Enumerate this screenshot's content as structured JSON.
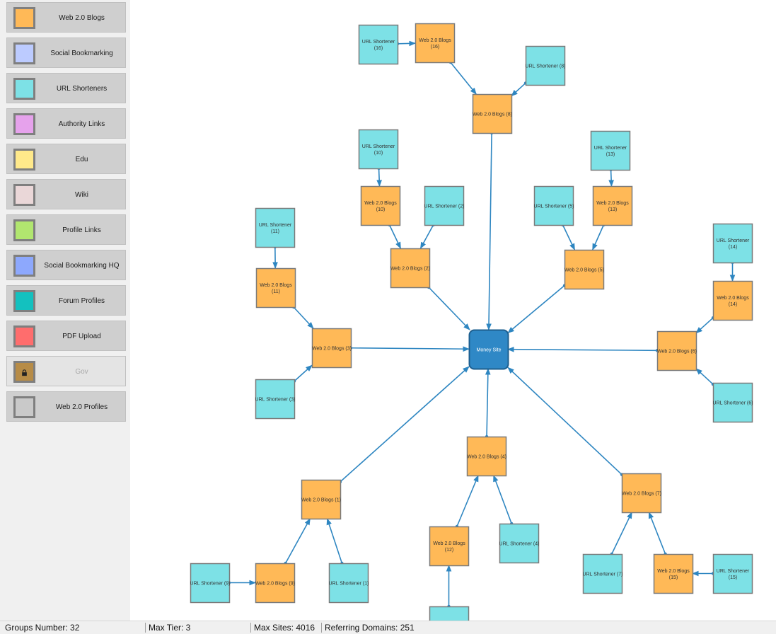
{
  "sidebar": {
    "items": [
      {
        "label": "Web 2.0 Blogs",
        "color": "#ffb957",
        "disabled": false
      },
      {
        "label": "Social Bookmarking",
        "color": "#bccbff",
        "disabled": false
      },
      {
        "label": "URL Shorteners",
        "color": "#7de1e6",
        "disabled": false
      },
      {
        "label": "Authority Links",
        "color": "#e6a2ec",
        "disabled": false
      },
      {
        "label": "Edu",
        "color": "#ffe98a",
        "disabled": false
      },
      {
        "label": "Wiki",
        "color": "#ead7d8",
        "disabled": false
      },
      {
        "label": "Profile Links",
        "color": "#b1e66f",
        "disabled": false
      },
      {
        "label": "Social Bookmarking HQ",
        "color": "#8da8fd",
        "disabled": false
      },
      {
        "label": "Forum Profiles",
        "color": "#13c1bf",
        "disabled": false
      },
      {
        "label": "PDF Upload",
        "color": "#ff6d6d",
        "disabled": false
      },
      {
        "label": "Gov",
        "color": "#b78c47",
        "disabled": true,
        "icon": "lock-icon"
      },
      {
        "label": "Web 2.0 Profiles",
        "color": "#c9c9c9",
        "disabled": false
      }
    ]
  },
  "colors": {
    "web20": "#ffb957",
    "shortener": "#7de1e6",
    "money": "#2f88c6",
    "edge": "#2e86c1",
    "node_border": "#7a7a7a"
  },
  "diagram": {
    "center": {
      "id": "money",
      "label": "Money Site"
    },
    "nodes": [
      {
        "id": "wb8",
        "type": "web20",
        "label": [
          "Web 2.0 Blogs (8)"
        ]
      },
      {
        "id": "wb16",
        "type": "web20",
        "label": [
          "Web 2.0 Blogs",
          "(16)"
        ]
      },
      {
        "id": "us16",
        "type": "shortener",
        "label": [
          "URL Shortener",
          "(16)"
        ]
      },
      {
        "id": "us8",
        "type": "shortener",
        "label": [
          "URL Shortener (8)"
        ]
      },
      {
        "id": "us10",
        "type": "shortener",
        "label": [
          "URL Shortener",
          "(10)"
        ]
      },
      {
        "id": "wb10",
        "type": "web20",
        "label": [
          "Web 2.0 Blogs",
          "(10)"
        ]
      },
      {
        "id": "us2",
        "type": "shortener",
        "label": [
          "URL Shortener (2)"
        ]
      },
      {
        "id": "wb2",
        "type": "web20",
        "label": [
          "Web 2.0 Blogs (2)"
        ]
      },
      {
        "id": "us13",
        "type": "shortener",
        "label": [
          "URL Shortener",
          "(13)"
        ]
      },
      {
        "id": "us5",
        "type": "shortener",
        "label": [
          "URL Shortener (5)"
        ]
      },
      {
        "id": "wb13",
        "type": "web20",
        "label": [
          "Web 2.0 Blogs",
          "(13)"
        ]
      },
      {
        "id": "wb5",
        "type": "web20",
        "label": [
          "Web 2.0 Blogs (5)"
        ]
      },
      {
        "id": "us11",
        "type": "shortener",
        "label": [
          "URL Shortener",
          "(11)"
        ]
      },
      {
        "id": "wb11",
        "type": "web20",
        "label": [
          "Web 2.0 Blogs",
          "(11)"
        ]
      },
      {
        "id": "wb3",
        "type": "web20",
        "label": [
          "Web 2.0 Blogs (3)"
        ]
      },
      {
        "id": "us3",
        "type": "shortener",
        "label": [
          "URL Shortener (3)"
        ]
      },
      {
        "id": "us14",
        "type": "shortener",
        "label": [
          "URL Shortener",
          "(14)"
        ]
      },
      {
        "id": "wb14",
        "type": "web20",
        "label": [
          "Web 2.0 Blogs",
          "(14)"
        ]
      },
      {
        "id": "wb6",
        "type": "web20",
        "label": [
          "Web 2.0 Blogs (6)"
        ]
      },
      {
        "id": "us6",
        "type": "shortener",
        "label": [
          "URL Shortener (6)"
        ]
      },
      {
        "id": "wb4",
        "type": "web20",
        "label": [
          "Web 2.0 Blogs (4)"
        ]
      },
      {
        "id": "wb12",
        "type": "web20",
        "label": [
          "Web 2.0 Blogs",
          "(12)"
        ]
      },
      {
        "id": "us4",
        "type": "shortener",
        "label": [
          "URL Shortener (4)"
        ]
      },
      {
        "id": "us12",
        "type": "shortener",
        "label": []
      },
      {
        "id": "wb1",
        "type": "web20",
        "label": [
          "Web 2.0 Blogs (1)"
        ]
      },
      {
        "id": "us9",
        "type": "shortener",
        "label": [
          "URL Shortener (9)"
        ]
      },
      {
        "id": "wb9",
        "type": "web20",
        "label": [
          "Web 2.0 Blogs (9)"
        ]
      },
      {
        "id": "us1",
        "type": "shortener",
        "label": [
          "URL Shortener (1)"
        ]
      },
      {
        "id": "wb7",
        "type": "web20",
        "label": [
          "Web 2.0 Blogs (7)"
        ]
      },
      {
        "id": "us7",
        "type": "shortener",
        "label": [
          "URL Shortener (7)"
        ]
      },
      {
        "id": "wb15",
        "type": "web20",
        "label": [
          "Web 2.0 Blogs",
          "(15)"
        ]
      },
      {
        "id": "us15",
        "type": "shortener",
        "label": [
          "URL Shortener",
          "(15)"
        ]
      }
    ],
    "edges": [
      {
        "from": "us16",
        "to": "wb16"
      },
      {
        "from": "wb16",
        "to": "wb8"
      },
      {
        "from": "us8",
        "to": "wb8"
      },
      {
        "from": "wb8",
        "to": "money"
      },
      {
        "from": "us10",
        "to": "wb10"
      },
      {
        "from": "wb10",
        "to": "wb2"
      },
      {
        "from": "us2",
        "to": "wb2"
      },
      {
        "from": "wb2",
        "to": "money"
      },
      {
        "from": "us13",
        "to": "wb13"
      },
      {
        "from": "us5",
        "to": "wb5"
      },
      {
        "from": "wb13",
        "to": "wb5"
      },
      {
        "from": "wb5",
        "to": "money"
      },
      {
        "from": "us11",
        "to": "wb11"
      },
      {
        "from": "wb11",
        "to": "wb3"
      },
      {
        "from": "us3",
        "to": "wb3"
      },
      {
        "from": "wb3",
        "to": "money"
      },
      {
        "from": "us14",
        "to": "wb14"
      },
      {
        "from": "wb14",
        "to": "wb6"
      },
      {
        "from": "us6",
        "to": "wb6"
      },
      {
        "from": "wb6",
        "to": "money"
      },
      {
        "from": "wb4",
        "to": "money"
      },
      {
        "from": "wb12",
        "to": "wb4"
      },
      {
        "from": "us4",
        "to": "wb4"
      },
      {
        "from": "us12",
        "to": "wb12"
      },
      {
        "from": "wb1",
        "to": "money"
      },
      {
        "from": "wb9",
        "to": "wb1"
      },
      {
        "from": "us1",
        "to": "wb1"
      },
      {
        "from": "us9",
        "to": "wb9"
      },
      {
        "from": "wb7",
        "to": "money"
      },
      {
        "from": "us7",
        "to": "wb7"
      },
      {
        "from": "wb15",
        "to": "wb7"
      },
      {
        "from": "us15",
        "to": "wb15"
      }
    ]
  },
  "status": {
    "groups": "Groups Number: 32",
    "tier": "Max Tier: 3",
    "sites": "Max Sites: 4016",
    "domains": "Referring Domains: 251"
  }
}
